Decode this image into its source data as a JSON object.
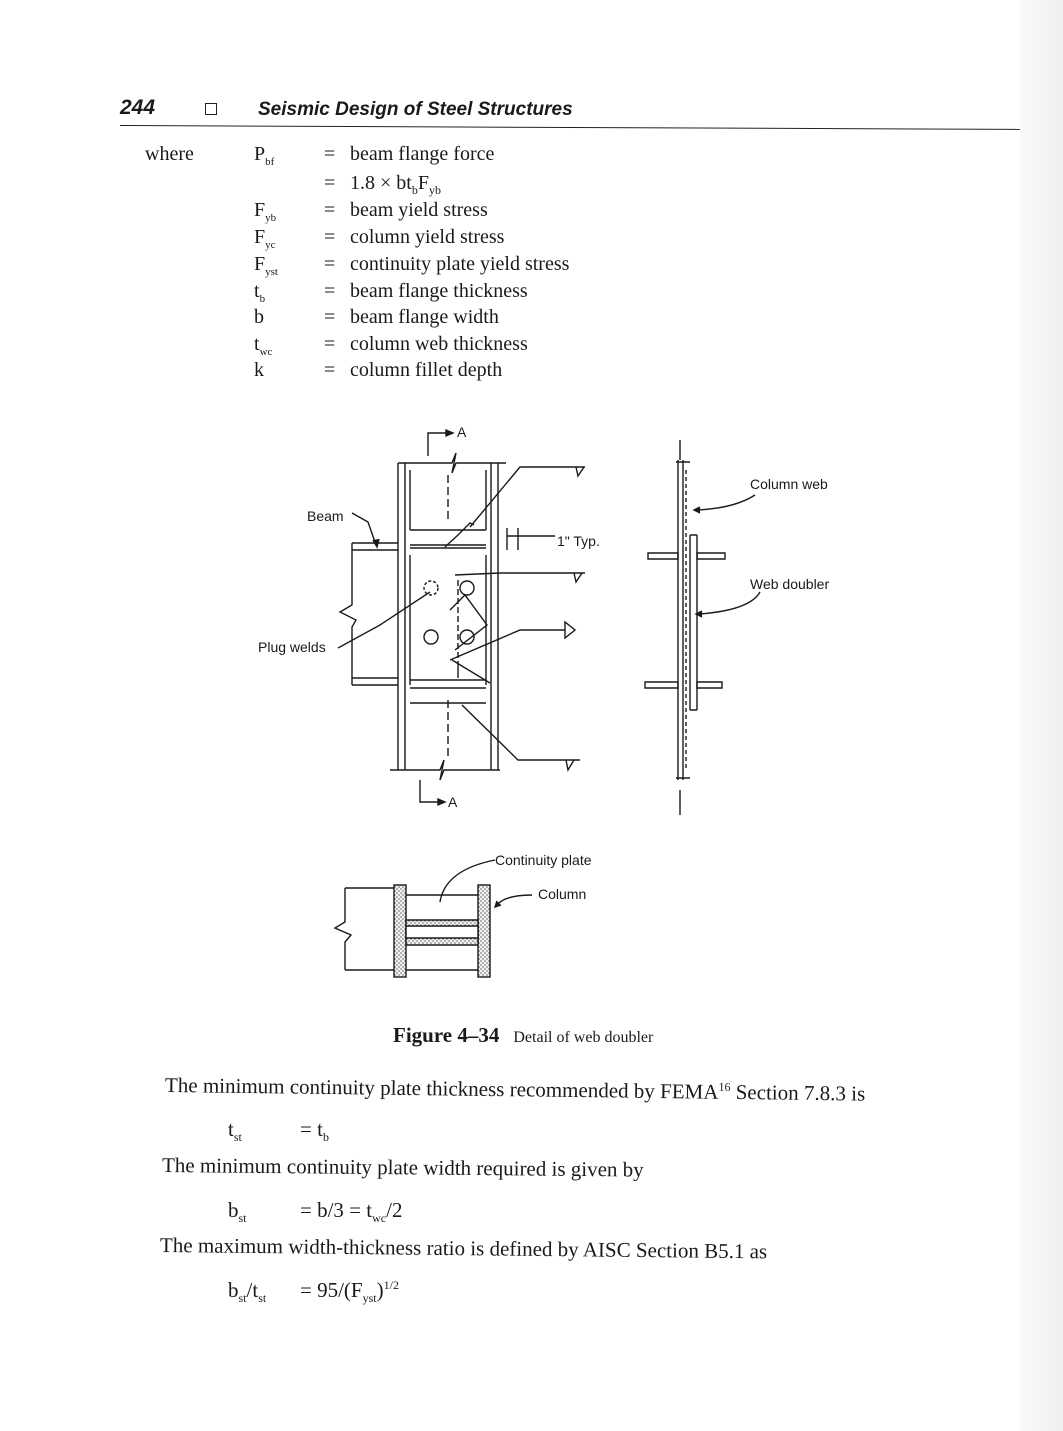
{
  "header": {
    "page_number": "244",
    "title": "Seismic Design of Steel Structures"
  },
  "where_label": "where",
  "definitions": [
    {
      "sym": "P",
      "sub": "bf",
      "eq": "=",
      "desc": "beam flange force"
    },
    {
      "sym": "",
      "sub": "",
      "eq": "=",
      "desc": "1.8 × bt"
    },
    {
      "sym": "F",
      "sub": "yb",
      "eq": "=",
      "desc": "beam yield stress"
    },
    {
      "sym": "F",
      "sub": "yc",
      "eq": "=",
      "desc": "column yield stress"
    },
    {
      "sym": "F",
      "sub": "yst",
      "eq": "=",
      "desc": "continuity plate yield stress"
    },
    {
      "sym": "t",
      "sub": "b",
      "eq": "=",
      "desc": "beam flange thickness"
    },
    {
      "sym": "b",
      "sub": "",
      "eq": "=",
      "desc": "beam flange width"
    },
    {
      "sym": "t",
      "sub": "wc",
      "eq": "=",
      "desc": "column web thickness"
    },
    {
      "sym": "k",
      "sub": "",
      "eq": "=",
      "desc": "column fillet depth"
    }
  ],
  "def_extra": {
    "b_sub": "b",
    "F": "F",
    "F_sub": "yb"
  },
  "figure": {
    "labels": {
      "section_top": "A",
      "section_bottom": "A",
      "beam": "Beam",
      "typ": "1\" Typ.",
      "plug_welds": "Plug welds",
      "column_web": "Column web",
      "web_doubler": "Web doubler",
      "continuity_plate": "Continuity plate",
      "column": "Column"
    },
    "caption_label": "Figure 4–34",
    "caption_text": "Detail of web doubler"
  },
  "paragraphs": {
    "p1_a": "The minimum continuity plate thickness recommended by FEMA",
    "p1_sup": "16",
    "p1_b": " Section 7.8.3 is",
    "p2": "The minimum continuity plate width required is given by",
    "p3": "The maximum width-thickness ratio is defined by AISC Section B5.1 as"
  },
  "formulas": {
    "f1": {
      "lhs": "t",
      "lhs_sub": "st",
      "eq": "=",
      "rhs": "t",
      "rhs_sub": "b"
    },
    "f2": {
      "lhs": "b",
      "lhs_sub": "st",
      "eq": "=",
      "rhs_a": "b/3 = t",
      "rhs_sub": "wc",
      "rhs_b": "/2"
    },
    "f3": {
      "lhs_a": "b",
      "lhs_sub1": "st",
      "lhs_b": "/t",
      "lhs_sub2": "st",
      "eq": "=",
      "rhs_a": "95/(F",
      "rhs_sub": "yst",
      "rhs_b": ")",
      "rhs_sup": "1/2"
    }
  }
}
